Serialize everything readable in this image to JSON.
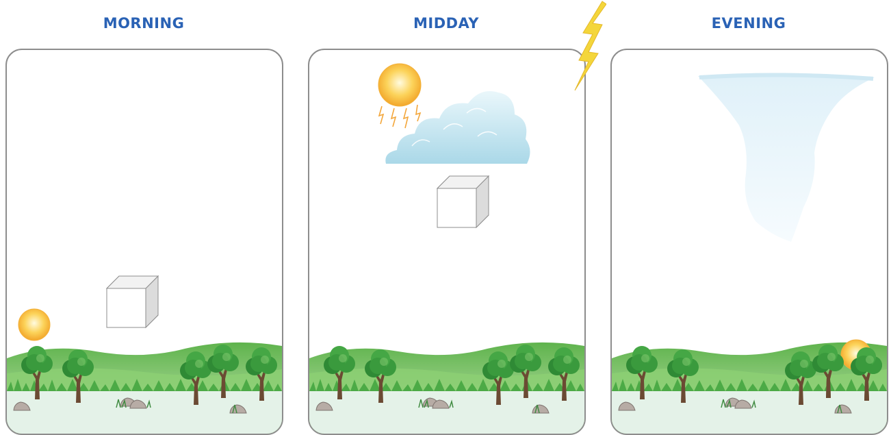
{
  "panels": [
    {
      "title": "MORNING"
    },
    {
      "title": "MIDDAY"
    },
    {
      "title": "EVENING"
    }
  ],
  "colors": {
    "title": "#2a62b5",
    "panel_border": "#8d8d8d",
    "sun": "#f9c23c",
    "lightning": "#f4d63b",
    "cloud": "#bfe3ee",
    "grass": "#6cbf56",
    "tree_leaves": "#3a9a3d",
    "tree_trunk": "#6b4a33"
  }
}
